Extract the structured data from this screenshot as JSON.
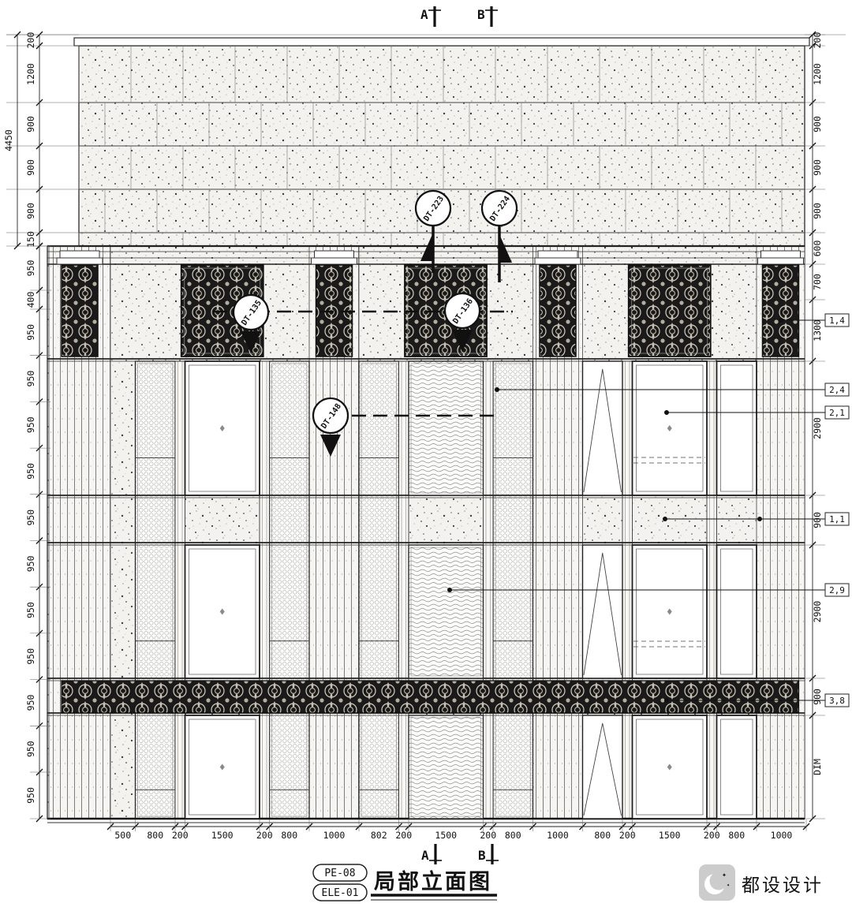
{
  "section_markers": {
    "top_a": "A",
    "top_b": "B",
    "bottom_a": "A",
    "bottom_b": "B"
  },
  "detail_callouts": {
    "dt223": "DT-223",
    "dt224": "DT-224",
    "dt135": "DT-135",
    "dt136": "DT-136",
    "dt148": "DT-148"
  },
  "keynote_tags": [
    "1,4",
    "2,4",
    "2,1",
    "1,1",
    "2,9",
    "3,8"
  ],
  "dimensions": {
    "left_top": [
      "200",
      "1200",
      "900",
      "900",
      "900",
      "150"
    ],
    "left_total": "4450",
    "left_facade": [
      "950",
      "400",
      "950",
      "950",
      "950",
      "950",
      "950",
      "950",
      "950",
      "950",
      "950",
      "950",
      "950"
    ],
    "right": [
      "200",
      "1200",
      "900",
      "900",
      "900",
      "600",
      "700",
      "1300",
      "2900",
      "900",
      "2900",
      "900",
      "DIM"
    ],
    "bottom": [
      "500",
      "800",
      "200",
      "1500",
      "200",
      "800",
      "1000",
      "802",
      "200",
      "1500",
      "200",
      "800",
      "1000",
      "800",
      "200",
      "1500",
      "200",
      "800",
      "1000"
    ]
  },
  "title_block": {
    "code_top": "PE-08",
    "code_bottom": "ELE-01",
    "title": "局部立面图"
  },
  "watermark": "都设设计"
}
